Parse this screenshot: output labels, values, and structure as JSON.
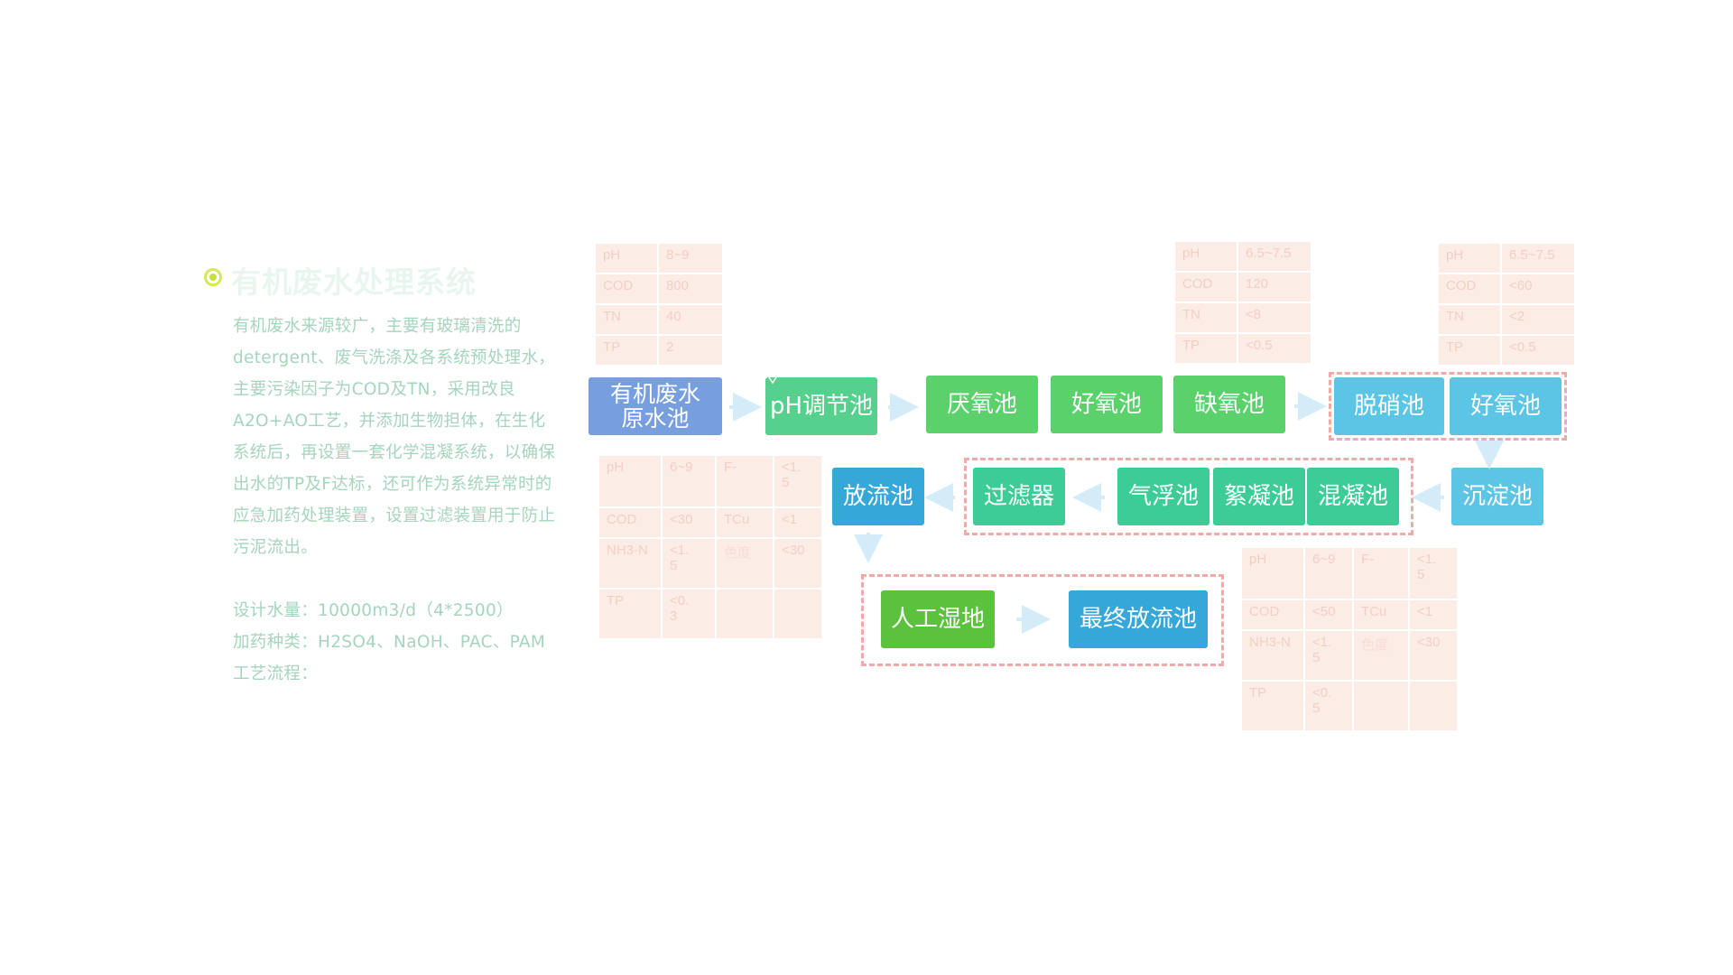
{
  "colors": {
    "title": "#e8f6ef",
    "text": "#a6d5bd",
    "table_bg": "#fcece6",
    "table_text": "#f3cfc3",
    "dashed_border": "#f2a9a9",
    "arrow": "#d3ecf7"
  },
  "left": {
    "title": "有机废水处理系统",
    "description": [
      "有机废水来源较广，主要有玻璃清洗的",
      "detergent、废气洗涤及各系统预处理水，",
      "主要污染因子为COD及TN，采用改良",
      "A2O+AO工艺，并添加生物担体，在生化",
      "系统后，再设置一套化学混凝系统，以确保",
      "出水的TP及F达标，还可作为系统异常时的",
      "应急加药处理装置，设置过滤装置用于防止",
      "污泥流出。"
    ],
    "design_flow": "设计水量：10000m3/d（4*2500）",
    "chemicals": "加药种类：H2SO4、NaOH、PAC、PAM",
    "process_label": "工艺流程："
  },
  "nodes": {
    "raw_tank": "有机废水\n原水池",
    "ph_tank": "pH调节池",
    "anaerobic": "厌氧池",
    "aerobic1": "好氧池",
    "anoxic": "缺氧池",
    "denitrify": "脱硝池",
    "aerobic2": "好氧池",
    "sediment": "沉淀池",
    "mix_coag": "混凝池",
    "floc": "絮凝池",
    "air_float": "气浮池",
    "filter": "过滤器",
    "discharge": "放流池",
    "wetland": "人工湿地",
    "final": "最终放流池"
  },
  "tables": {
    "inlet": [
      [
        "pH",
        "8~9"
      ],
      [
        "COD",
        "800"
      ],
      [
        "TN",
        "40"
      ],
      [
        "TP",
        "2"
      ]
    ],
    "anoxic": [
      [
        "pH",
        "6.5~7.5"
      ],
      [
        "COD",
        "120"
      ],
      [
        "TN",
        "<8"
      ],
      [
        "TP",
        "<0.5"
      ]
    ],
    "aerobic": [
      [
        "pH",
        "6.5~7.5"
      ],
      [
        "COD",
        "<60"
      ],
      [
        "TN",
        "<2"
      ],
      [
        "TP",
        "<0.5"
      ]
    ],
    "discharge": [
      [
        "pH",
        "6~9",
        "F-",
        "<1.\n5"
      ],
      [
        "COD",
        "<30",
        "TCu",
        "<1"
      ],
      [
        "NH3-N",
        "<1.\n5",
        "色度",
        "<30"
      ],
      [
        "TP",
        "<0.\n3",
        "",
        ""
      ]
    ],
    "final": [
      [
        "pH",
        "6~9",
        "F-",
        "<1.\n5"
      ],
      [
        "COD",
        "<50",
        "TCu",
        "<1"
      ],
      [
        "NH3-N",
        "<1.\n5",
        "色度",
        "<30"
      ],
      [
        "TP",
        "<0.\n5",
        "",
        ""
      ]
    ]
  }
}
